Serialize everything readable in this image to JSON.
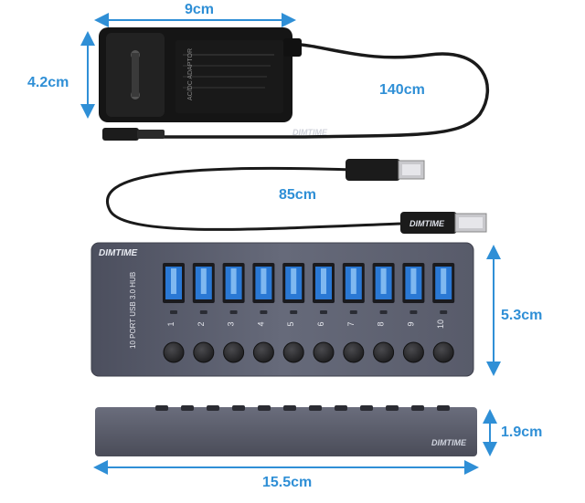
{
  "dimensions": {
    "adapter_width": "9cm",
    "adapter_height": "4.2cm",
    "adapter_cable": "140cm",
    "usb_cable": "85cm",
    "hub_depth": "5.3cm",
    "hub_height": "1.9cm",
    "hub_length": "15.5cm"
  },
  "hub": {
    "label": "10 PORT USB 3.0 HUB",
    "port_numbers": [
      "1",
      "2",
      "3",
      "4",
      "5",
      "6",
      "7",
      "8",
      "9",
      "10"
    ]
  },
  "brand": {
    "watermark": "DIMTIME"
  },
  "adapter": {
    "text": "AC/DC ADAPTOR"
  },
  "colors": {
    "dimension_blue": "#2f8fd6",
    "hub_body": "#5f6272",
    "port_blue": "#2a78d4"
  }
}
